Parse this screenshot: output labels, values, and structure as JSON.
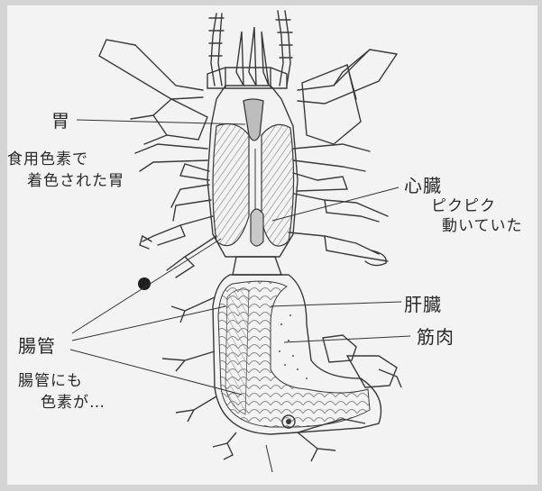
{
  "labels": {
    "stomach": "胃",
    "stomach_note_line1": "食用色素で",
    "stomach_note_line2": "着色された胃",
    "heart": "心臓",
    "heart_note_line1": "ピクピク",
    "heart_note_line2": "動いていた",
    "liver": "肝臓",
    "muscle": "筋肉",
    "intestine": "腸管",
    "intestine_note_line1": "腸管にも",
    "intestine_note_line2": "色素が…"
  },
  "colors": {
    "paper": "#f3f3f3",
    "ink": "#2a2a2a",
    "organ_shading": "#9a9a9a"
  }
}
